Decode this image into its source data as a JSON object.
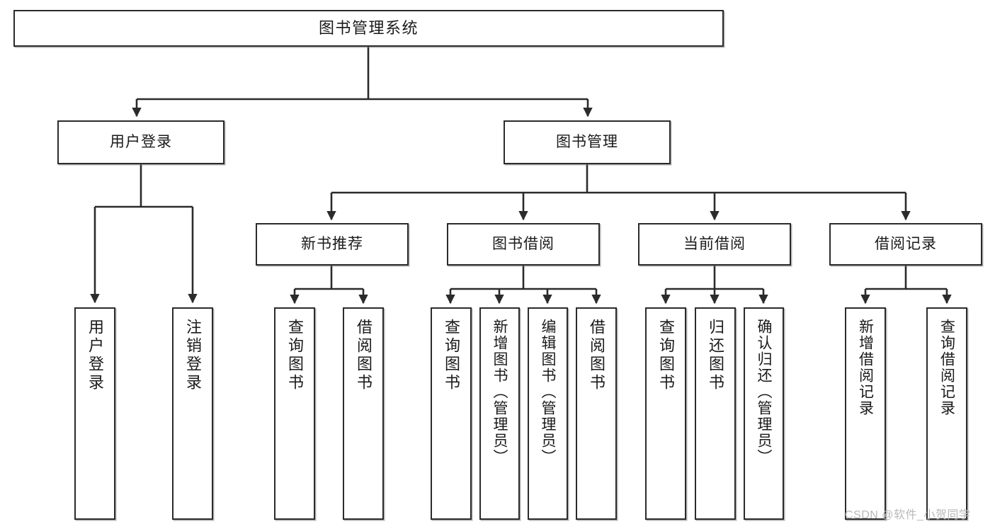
{
  "diagram": {
    "title": "图书管理系统",
    "type": "tree",
    "orientation": "top-down",
    "line_color": "#2b2b2b",
    "box_fill": "#ffffff",
    "text_color": "#1a1a1a",
    "watermark": "CSDN @软件_小贺同学",
    "nodes": {
      "root": {
        "label": "图书管理系统"
      },
      "level2": [
        {
          "id": "user-login",
          "label": "用户登录"
        },
        {
          "id": "book-manage",
          "label": "图书管理"
        }
      ],
      "level3": [
        {
          "id": "new-book-rec",
          "label": "新书推荐"
        },
        {
          "id": "book-borrow",
          "label": "图书借阅"
        },
        {
          "id": "current-borrow",
          "label": "当前借阅"
        },
        {
          "id": "borrow-record",
          "label": "借阅记录"
        }
      ],
      "leaves": {
        "user_login": [
          {
            "id": "leaf-user-login",
            "label": "用户登录"
          },
          {
            "id": "leaf-logout",
            "label": "注销登录"
          }
        ],
        "new_book_rec": [
          {
            "id": "leaf-query-book-1",
            "label": "查询图书"
          },
          {
            "id": "leaf-borrow-book-1",
            "label": "借阅图书"
          }
        ],
        "book_borrow": [
          {
            "id": "leaf-query-book-2",
            "label": "查询图书"
          },
          {
            "id": "leaf-add-book",
            "label": "新增图书（管理员）"
          },
          {
            "id": "leaf-edit-book",
            "label": "编辑图书（管理员）"
          },
          {
            "id": "leaf-borrow-book-2",
            "label": "借阅图书"
          }
        ],
        "current_borrow": [
          {
            "id": "leaf-query-book-3",
            "label": "查询图书"
          },
          {
            "id": "leaf-return-book",
            "label": "归还图书"
          },
          {
            "id": "leaf-confirm-return",
            "label": "确认归还（管理员）"
          }
        ],
        "borrow_record": [
          {
            "id": "leaf-add-record",
            "label": "新增借阅记录"
          },
          {
            "id": "leaf-query-record",
            "label": "查询借阅记录"
          }
        ]
      }
    }
  }
}
